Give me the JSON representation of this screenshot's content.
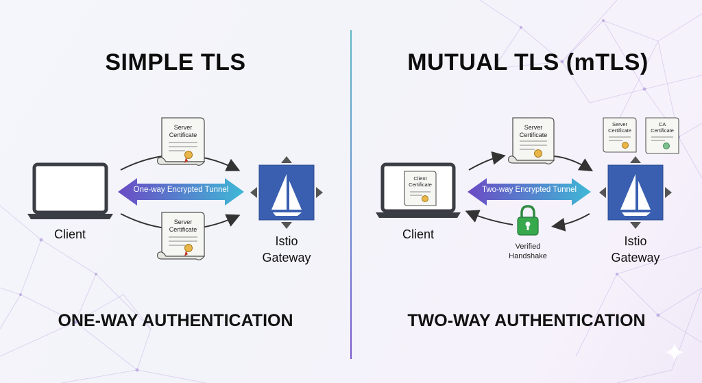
{
  "left": {
    "title": "SIMPLE TLS",
    "tunnel_label": "One-way Encrypted Tunnel",
    "cert_top": [
      "Server",
      "Certificate"
    ],
    "cert_bottom": [
      "Server",
      "Certificate"
    ],
    "client_label": "Client",
    "gateway_label": [
      "Istio",
      "Gateway"
    ],
    "subtitle": "ONE-WAY AUTHENTICATION"
  },
  "right": {
    "title": "MUTUAL TLS (mTLS)",
    "tunnel_label": "Two-way Encrypted Tunnel",
    "cert_top": [
      "Server",
      "Certificate"
    ],
    "client_cert": [
      "Client",
      "Certificate"
    ],
    "gateway_cert_server": [
      "Server",
      "Certificate"
    ],
    "gateway_cert_ca": [
      "CA",
      "Certificate"
    ],
    "handshake_label": [
      "Verified",
      "Handshake"
    ],
    "client_label": "Client",
    "gateway_label": [
      "Istio",
      "Gateway"
    ],
    "subtitle": "TWO-WAY AUTHENTICATION"
  },
  "colors": {
    "tunnel_start": "#6b4bc4",
    "tunnel_end": "#3fb8d6",
    "istio_blue": "#3a5fb0",
    "lock_green": "#2fa84a",
    "divider": "#6b8fd0"
  },
  "icons": [
    "laptop-icon",
    "istio-logo-icon",
    "certificate-icon",
    "lock-icon",
    "sparkle-icon"
  ]
}
